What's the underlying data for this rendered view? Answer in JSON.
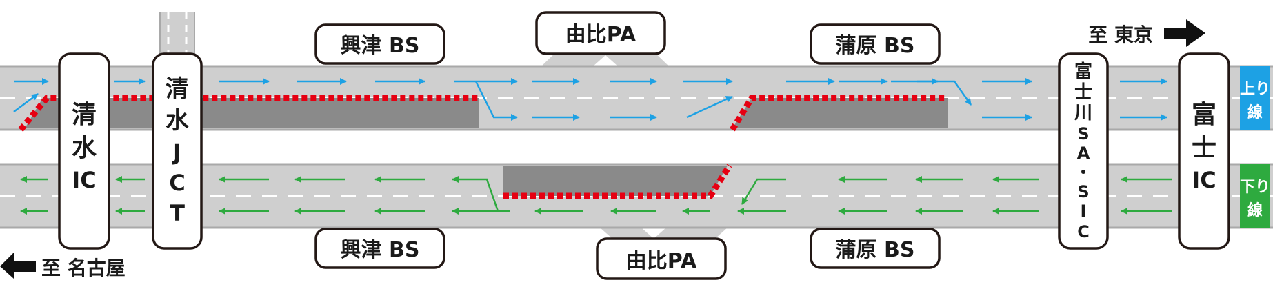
{
  "labels": {
    "to_tokyo": "至 東京",
    "to_nagoya": "至 名古屋",
    "okitsu_bs_top": "興津 BS",
    "yui_pa_top": "由比PA",
    "kambara_bs_top": "蒲原 BS",
    "okitsu_bs_bottom": "興津 BS",
    "yui_pa_bottom": "由比PA",
    "kambara_bs_bottom": "蒲原 BS",
    "shimizu_ic": [
      "清",
      "水",
      "IC"
    ],
    "shimizu_jct": [
      "清",
      "水",
      "J",
      "C",
      "T"
    ],
    "fujikawa_sa": [
      "富",
      "士",
      "川",
      "S",
      "A",
      "・",
      "S",
      "I",
      "C"
    ],
    "fuji_ic": [
      "富",
      "士",
      "IC"
    ],
    "up_line": [
      "上り",
      "線"
    ],
    "down_line": [
      "下り",
      "線"
    ]
  },
  "colors": {
    "road": "#cfcfcf",
    "road_edge": "#a9a9a9",
    "closed_lane": "#8a8a8a",
    "lane_dash": "#ffffff",
    "regulation": "#e60012",
    "up_arrow": "#1da1e4",
    "down_arrow": "#2eaa3f",
    "up_tag": "#1da1e4",
    "down_tag": "#2eaa3f",
    "box_border": "#231815"
  },
  "icons": [
    "arrow-right-icon",
    "arrow-left-icon"
  ]
}
